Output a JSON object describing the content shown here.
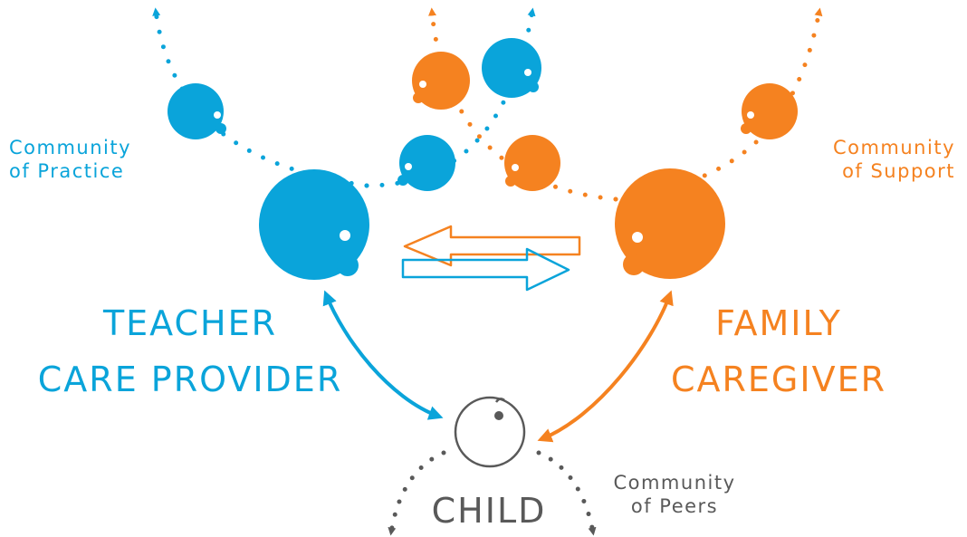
{
  "colors": {
    "blue": "#0aa4da",
    "orange": "#f58220",
    "gray": "#595959"
  },
  "labels": {
    "community_practice": "Community\nof Practice",
    "community_support": "Community\nof Support",
    "community_peers": "Community\nof Peers",
    "teacher_line1": "TEACHER",
    "teacher_line2": "CARE PROVIDER",
    "family_line1": "FAMILY",
    "family_line2": "CAREGIVER",
    "child": "CHILD"
  }
}
